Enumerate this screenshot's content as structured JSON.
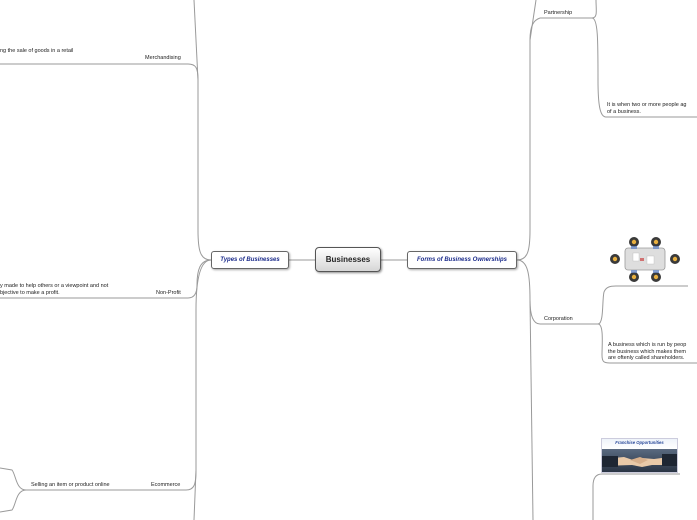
{
  "central": {
    "label": "Businesses"
  },
  "left_branch": {
    "label": "Types of Businesses",
    "children": [
      {
        "label": "Merchandising",
        "description": "ng the sale of goods in a retail"
      },
      {
        "label": "Non-Profit",
        "description_lines": [
          "y made to help others or a viewpoint and not",
          "bjective to make a profit."
        ]
      },
      {
        "label": "Ecommerce",
        "description": "Selling an item or product online"
      }
    ]
  },
  "right_branch": {
    "label": "Forms of Business Ownerships",
    "children": [
      {
        "label": "Partnership",
        "description_lines": [
          "It is when two or more people ag",
          "of a business."
        ]
      },
      {
        "label": "Corporation",
        "description_lines": [
          "A business which is run by peop",
          "the business which makes them",
          "are oftenly called shareholders."
        ]
      }
    ],
    "images": [
      {
        "icon": "meeting-table-illustration"
      },
      {
        "icon": "handshake-photo",
        "caption": "Franchise Opportunities"
      }
    ]
  },
  "colors": {
    "connector": "#9a9a9a",
    "branch_text": "#1a2a8a"
  }
}
